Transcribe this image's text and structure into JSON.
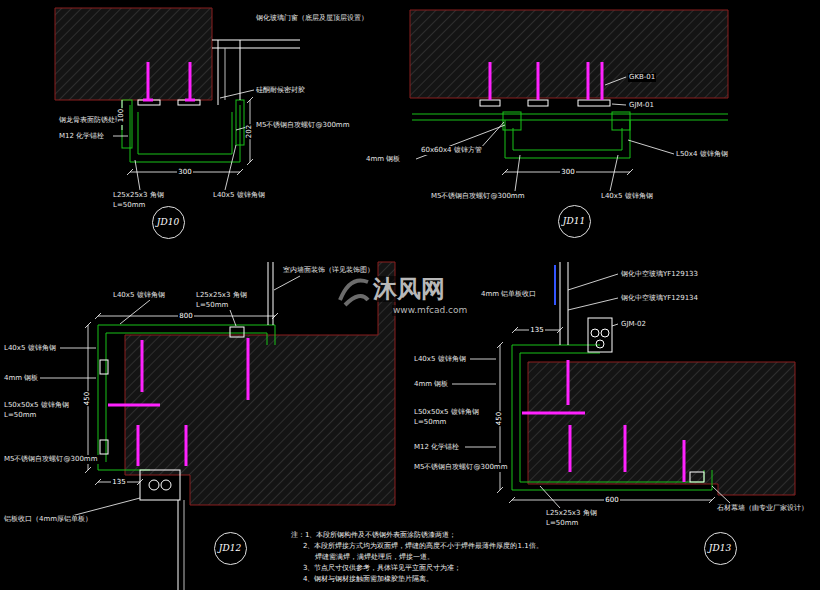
{
  "diagram": {
    "nodes": [
      {
        "text": [
          "JD10"
        ]
      },
      {
        "text": [
          "JD11"
        ]
      },
      {
        "text": [
          "JD12"
        ]
      },
      {
        "text": [
          "JD13"
        ]
      }
    ],
    "labels": [
      "钢化玻璃门窗（底层及屋顶层设置）",
      "硅酮耐候密封胶",
      "钢龙骨表面防锈处理",
      "M12 化学锚栓",
      "M5不锈钢自攻螺钉@300mm",
      "202",
      "100",
      "300",
      "L25x25x3 角钢",
      "L=50mm",
      "L40x5 镀锌角钢",
      "GKB-01",
      "GJM-01",
      "4mm 钢板",
      "60x60x4 镀锌方管",
      "L50x4 镀锌角钢",
      "M5不锈钢自攻螺钉@300mm",
      "L40x5 镀锌角钢",
      "300",
      "室内墙面装饰（详见装饰图）",
      "L40x5 镀锌角钢",
      "L25x25x3 角钢",
      "L=50mm",
      "800",
      "L40x5 镀锌角钢",
      "4mm 钢板",
      "L50x50x5 镀锌角钢",
      "L=50mm",
      "450",
      "M5不锈钢自攻螺钉@300mm",
      "135",
      "铝板收口（4mm厚铝单板）",
      "4mm 铝单板收口",
      "钢化中空玻璃YF129133",
      "钢化中空玻璃YF129134",
      "GJM-02",
      "135",
      "L40x5 镀锌角钢",
      "4mm 钢板",
      "L50x50x5 镀锌角钢",
      "L=50mm",
      "450",
      "M12 化学锚栓",
      "M5不锈钢自攻螺钉@300mm",
      "600",
      "L25x25x3 角钢",
      "L=50mm",
      "石材幕墙（由专业厂家设计）",
      "注：1、本段所钢构件及不锈钢外表面涂防锈漆两道；",
      "2、本段所焊接方式均为双面焊，焊缝的高度不小于焊件最薄件厚度的1.1倍。",
      "焊缝需满焊，满焊处理后，焊接一道。",
      "3、节点尺寸仅供参考，具体详见平立面尺寸为准；",
      "4、钢材与钢材接触面需加橡胶垫片隔离。",
      "沐风网",
      "www.mfcad.com"
    ]
  }
}
